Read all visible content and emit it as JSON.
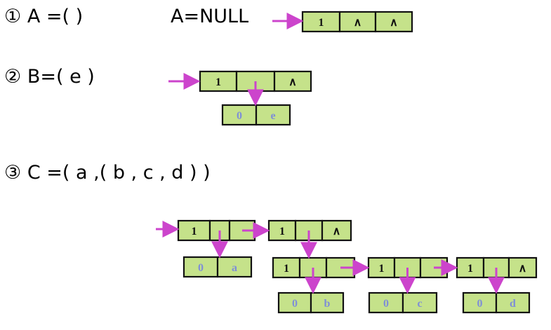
{
  "examples": [
    {
      "index": "①",
      "formula": "A =( )",
      "null_label": "A=NULL"
    },
    {
      "index": "②",
      "formula": "B=( e )"
    },
    {
      "index": "③",
      "formula": "C =( a ,( b , c , d ) )"
    }
  ],
  "cell_symbols": {
    "caret": "∧"
  },
  "nodes": {
    "a_head": [
      "1",
      "∧",
      "∧"
    ],
    "b_head": [
      "1",
      "",
      "∧"
    ],
    "b_atom": [
      "0",
      "e"
    ],
    "c_n1": [
      "1",
      "",
      ""
    ],
    "c_n2": [
      "1",
      "",
      "∧"
    ],
    "c_atom_a": [
      "0",
      "a"
    ],
    "c_sub1": [
      "1",
      "",
      ""
    ],
    "c_sub2": [
      "1",
      "",
      ""
    ],
    "c_sub3": [
      "1",
      "",
      "∧"
    ],
    "c_atom_b": [
      "0",
      "b"
    ],
    "c_atom_c": [
      "0",
      "c"
    ],
    "c_atom_d": [
      "0",
      "d"
    ]
  },
  "colors": {
    "node_fill": "#c5e28a",
    "node_stroke": "#111111",
    "arrow": "#cc44cc",
    "tag_text": "#111111",
    "atom_text": "#7f8fd6"
  }
}
